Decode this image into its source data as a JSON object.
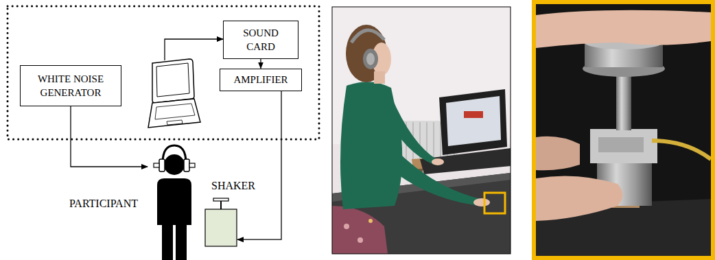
{
  "diagram": {
    "nodes": [
      {
        "text": [
          "SOUND CARD"
        ]
      },
      {
        "text": [
          "WHITE NOISE GENERATOR"
        ]
      },
      {
        "text": [
          "AMPLIFIER"
        ]
      },
      {
        "text": [
          "PARTICIPANT"
        ]
      },
      {
        "text": [
          "SHAKER"
        ]
      }
    ],
    "edges": [
      {
        "from": 0,
        "to": 2,
        "arrow": "to"
      },
      {
        "from": 2,
        "to": 4,
        "arrow": "to"
      },
      {
        "from": 1,
        "to": 3,
        "arrow": "to"
      }
    ]
  }
}
